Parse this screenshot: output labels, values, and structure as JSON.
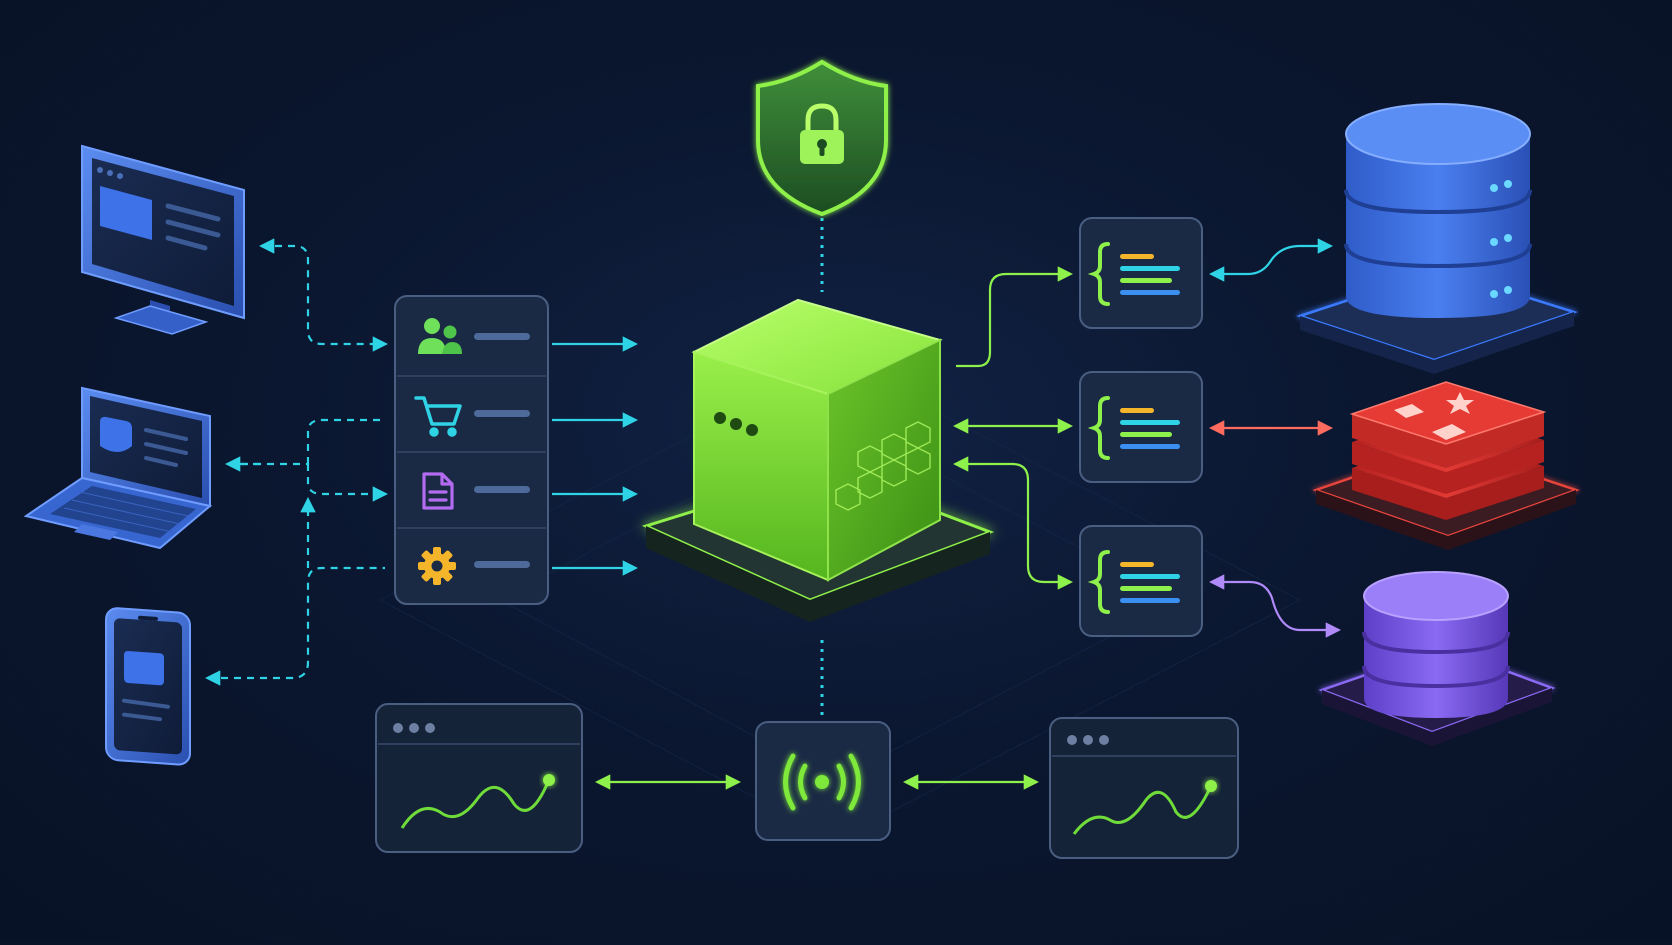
{
  "colors": {
    "background": "#0b1730",
    "panel": "#1a2a45",
    "panel_border": "#3a4c6a",
    "cyan": "#2fd3e6",
    "green": "#8ef04a",
    "lime_cube": "#7be12c",
    "blue_db": "#3a6fe0",
    "red_cache": "#d8322e",
    "purple_db": "#7a5ae6",
    "gold": "#f5b52a"
  },
  "clients": [
    {
      "name": "desktop-monitor",
      "icon": "monitor-icon"
    },
    {
      "name": "laptop",
      "icon": "laptop-icon"
    },
    {
      "name": "smartphone",
      "icon": "phone-icon"
    }
  ],
  "gateway_items": [
    {
      "icon": "users-icon"
    },
    {
      "icon": "cart-icon"
    },
    {
      "icon": "document-icon"
    },
    {
      "icon": "gear-icon"
    }
  ],
  "core": {
    "icon": "green-cube-server-icon"
  },
  "security": {
    "icon": "shield-lock-icon"
  },
  "services": [
    {
      "icon": "code-braces-icon"
    },
    {
      "icon": "code-braces-icon"
    },
    {
      "icon": "code-braces-icon"
    }
  ],
  "datastores": [
    {
      "icon": "database-blue-icon"
    },
    {
      "icon": "cache-red-stack-icon"
    },
    {
      "icon": "database-purple-icon"
    }
  ],
  "monitoring": [
    {
      "icon": "line-chart-window-icon"
    },
    {
      "icon": "broadcast-signal-icon"
    },
    {
      "icon": "line-chart-window-icon"
    }
  ]
}
